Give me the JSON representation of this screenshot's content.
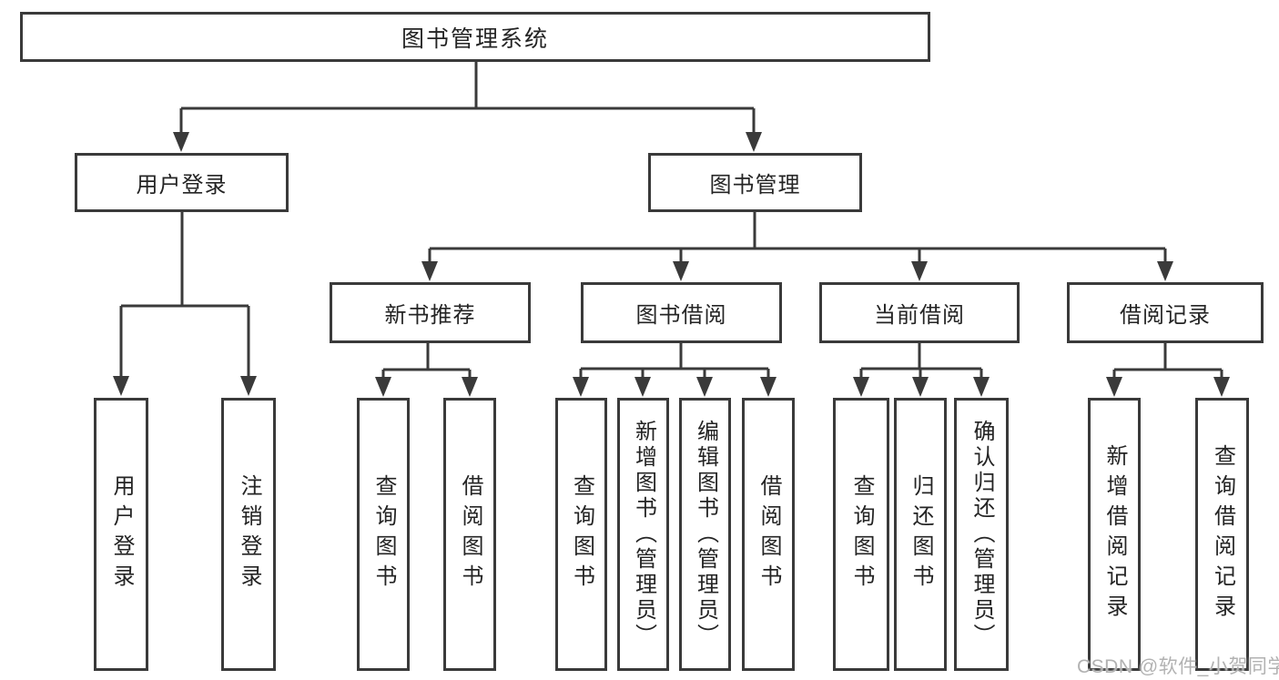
{
  "diagram": {
    "type": "hierarchy-tree",
    "title": "图书管理系统"
  },
  "nodes": {
    "root": {
      "label": "图书管理系统",
      "level": 1
    },
    "user_login": {
      "label": "用户登录",
      "level": 2
    },
    "book_mgmt": {
      "label": "图书管理",
      "level": 2
    },
    "new_book_rec": {
      "label": "新书推荐",
      "level": 3
    },
    "book_borrow": {
      "label": "图书借阅",
      "level": 3
    },
    "current_borrow": {
      "label": "当前借阅",
      "level": 3
    },
    "borrow_records": {
      "label": "借阅记录",
      "level": 3
    },
    "leaf_user_login": {
      "label": "用户登录",
      "level": 4
    },
    "leaf_logout": {
      "label": "注销登录",
      "level": 4
    },
    "leaf_query_book_a": {
      "label": "查询图书",
      "level": 4
    },
    "leaf_borrow_book_a": {
      "label": "借阅图书",
      "level": 4
    },
    "leaf_query_book_b": {
      "label": "查询图书",
      "level": 4
    },
    "leaf_add_book": {
      "label": "新增图书（管理员）",
      "level": 4
    },
    "leaf_edit_book": {
      "label": "编辑图书（管理员）",
      "level": 4
    },
    "leaf_borrow_book_b": {
      "label": "借阅图书",
      "level": 4
    },
    "leaf_query_book_c": {
      "label": "查询图书",
      "level": 4
    },
    "leaf_return_book": {
      "label": "归还图书",
      "level": 4
    },
    "leaf_confirm_return": {
      "label": "确认归还（管理员）",
      "level": 4
    },
    "leaf_add_record": {
      "label": "新增借阅记录",
      "level": 4
    },
    "leaf_query_record": {
      "label": "查询借阅记录",
      "level": 4
    }
  },
  "edges": [
    [
      "root",
      "user_login"
    ],
    [
      "root",
      "book_mgmt"
    ],
    [
      "user_login",
      "leaf_user_login"
    ],
    [
      "user_login",
      "leaf_logout"
    ],
    [
      "book_mgmt",
      "new_book_rec"
    ],
    [
      "book_mgmt",
      "book_borrow"
    ],
    [
      "book_mgmt",
      "current_borrow"
    ],
    [
      "book_mgmt",
      "borrow_records"
    ],
    [
      "new_book_rec",
      "leaf_query_book_a"
    ],
    [
      "new_book_rec",
      "leaf_borrow_book_a"
    ],
    [
      "book_borrow",
      "leaf_query_book_b"
    ],
    [
      "book_borrow",
      "leaf_add_book"
    ],
    [
      "book_borrow",
      "leaf_edit_book"
    ],
    [
      "book_borrow",
      "leaf_borrow_book_b"
    ],
    [
      "current_borrow",
      "leaf_query_book_c"
    ],
    [
      "current_borrow",
      "leaf_return_book"
    ],
    [
      "current_borrow",
      "leaf_confirm_return"
    ],
    [
      "borrow_records",
      "leaf_add_record"
    ],
    [
      "borrow_records",
      "leaf_query_record"
    ]
  ],
  "watermark": {
    "text": "CSDN @软件_小贺同学"
  },
  "colors": {
    "line": "#3a3a3a",
    "border": "#3a3a3a",
    "text": "#242424",
    "background": "#ffffff",
    "watermark": "#b2b2b2"
  }
}
